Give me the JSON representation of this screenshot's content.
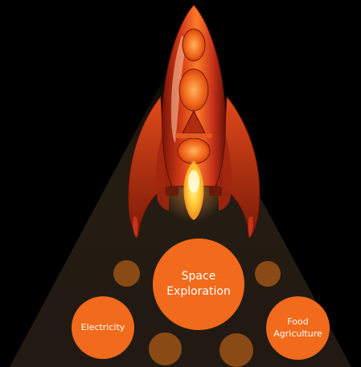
{
  "diagram": {
    "center_node": {
      "line1": "Space",
      "line2": "Exploration"
    },
    "left_node": {
      "label": "Electricity"
    },
    "right_node": {
      "line1": "Food",
      "line2": "Agriculture"
    }
  },
  "colors": {
    "background": "#000000",
    "bubble_orange": "#f26a1b",
    "dot_muted": "#8a4a16",
    "rocket_red": "#c8321a",
    "rocket_orange": "#f5781e",
    "flame_yellow": "#ffd23a"
  },
  "icons": {
    "rocket": "rocket-icon"
  }
}
